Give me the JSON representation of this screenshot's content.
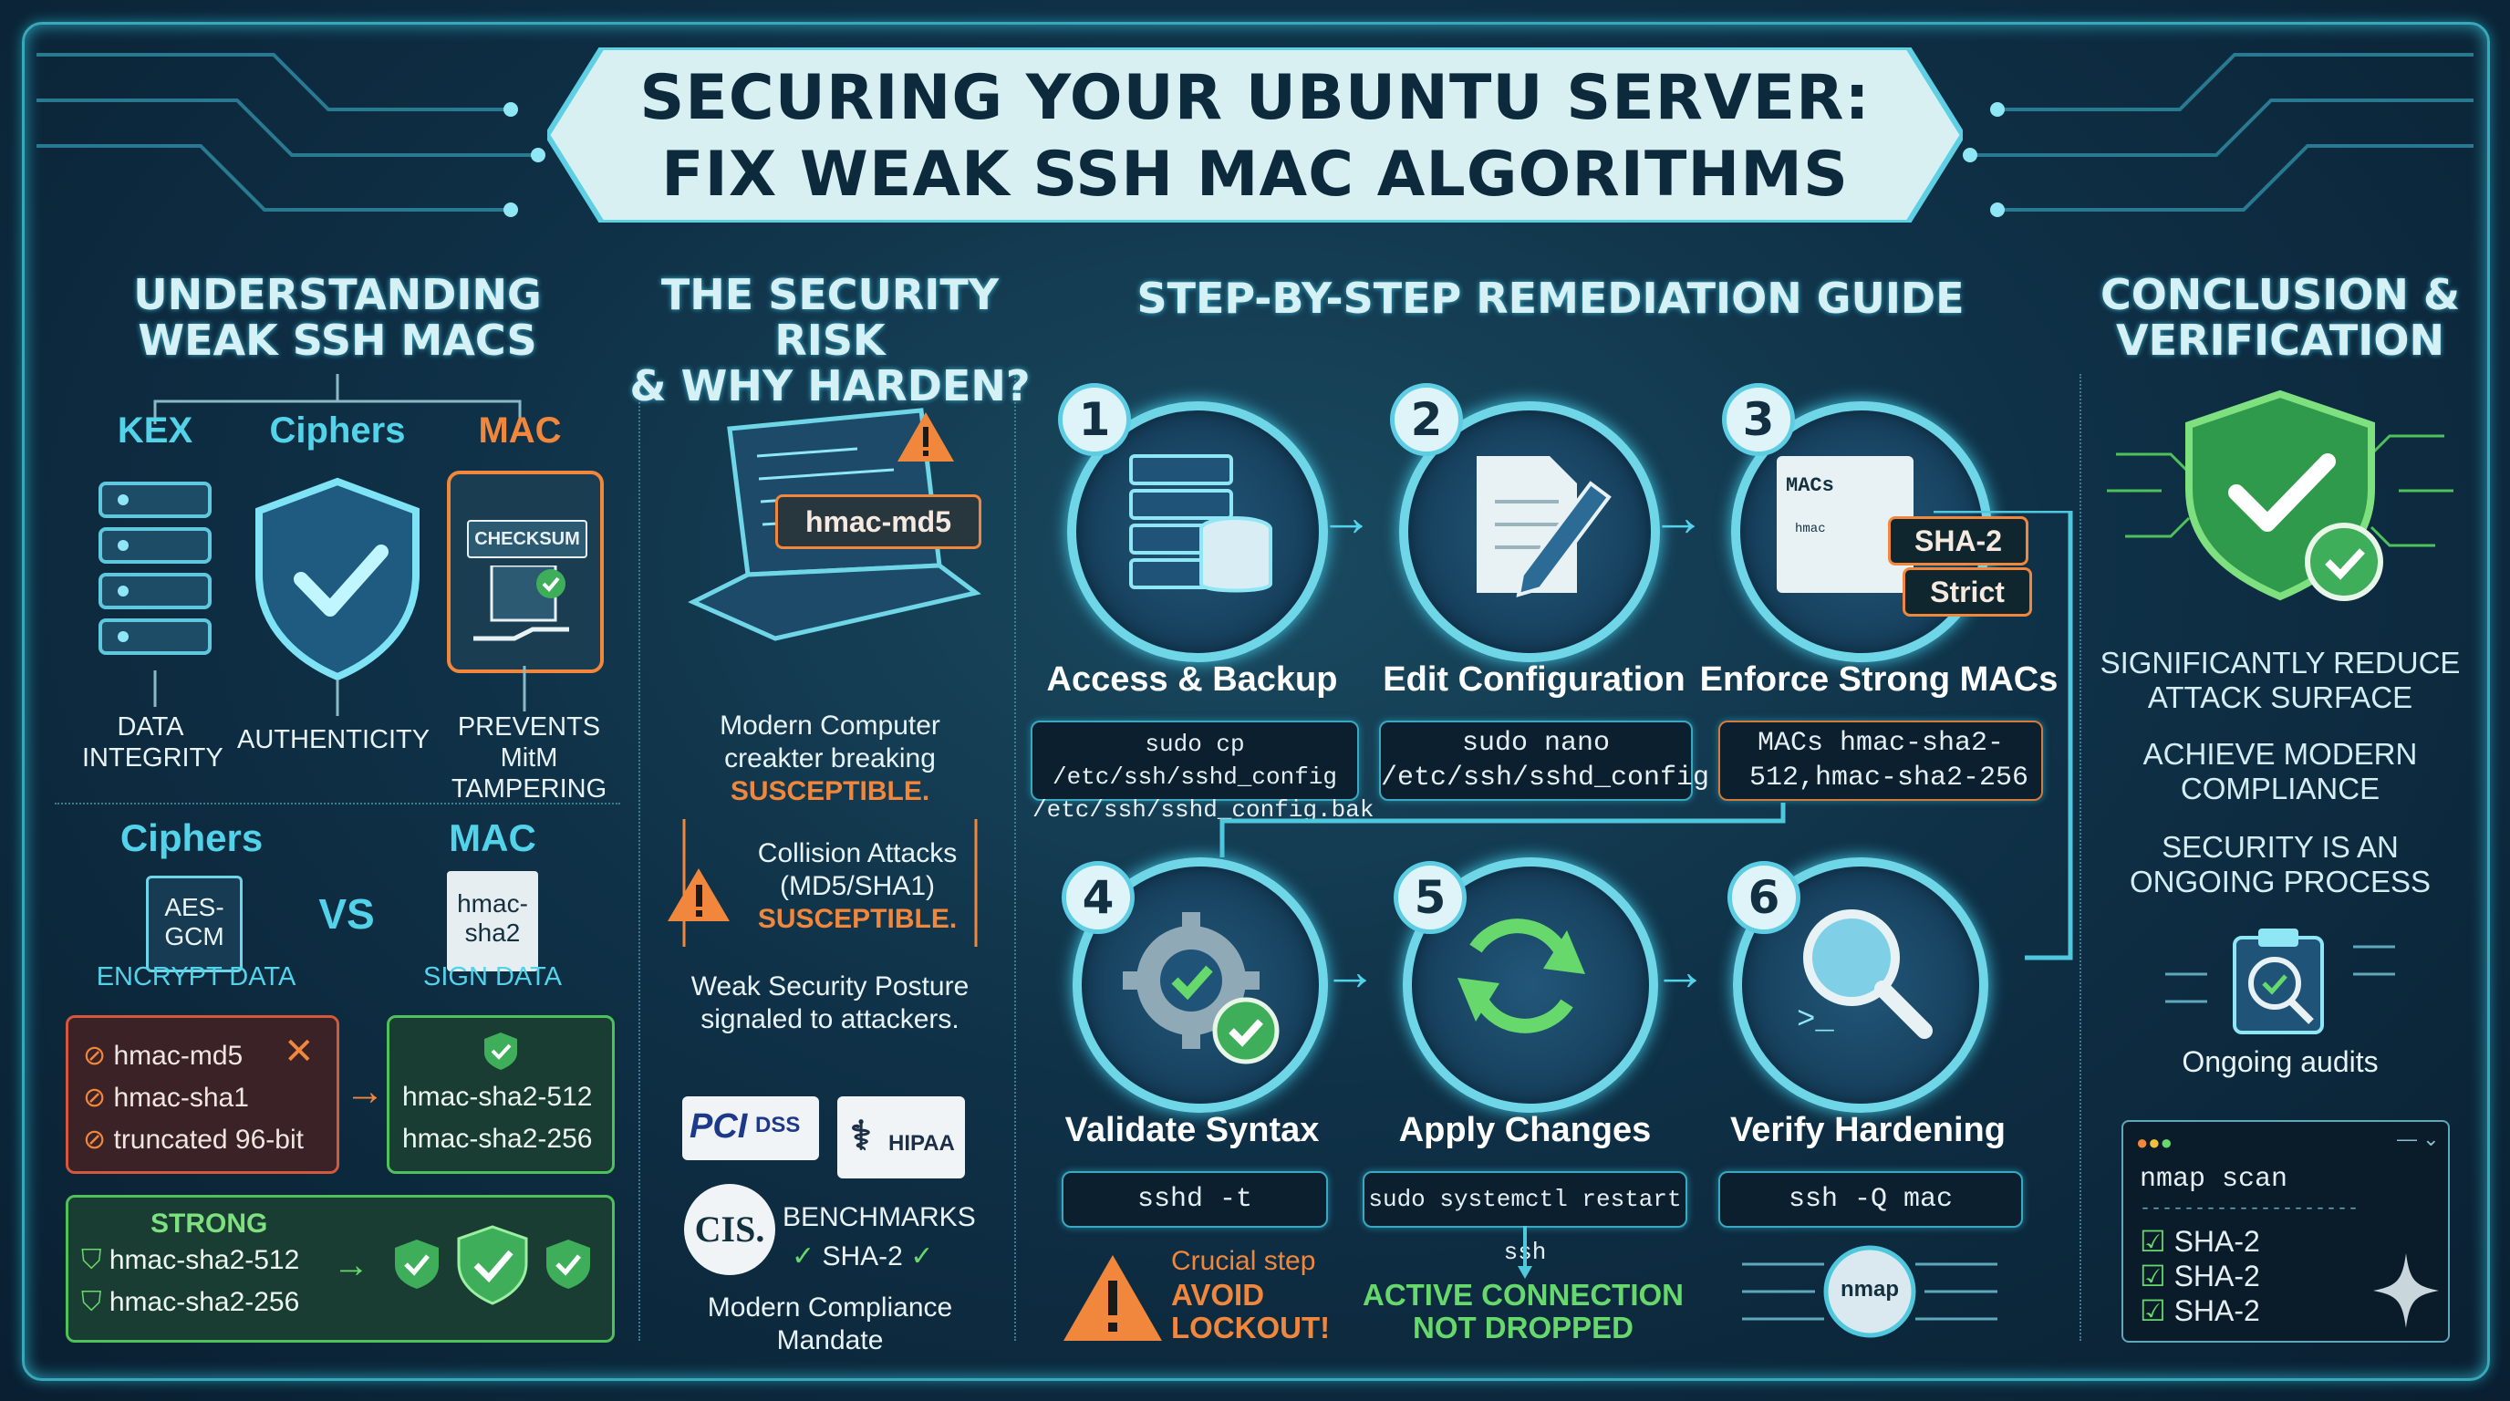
{
  "title": {
    "line1": "SECURING YOUR UBUNTU SERVER:",
    "line2": "FIX WEAK SSH MAC ALGORITHMS"
  },
  "col1": {
    "heading_line1": "UNDERSTANDING",
    "heading_line2": "WEAK SSH MACs",
    "kex": "KEX",
    "ciphers": "Ciphers",
    "mac": "MAC",
    "checksum": "CHECKSUM",
    "data_integrity_1": "DATA",
    "data_integrity_2": "INTEGRITY",
    "authenticity": "AUTHENTICITY",
    "prevents_1": "PREVENTS MitM",
    "prevents_2": "TAMPERING",
    "vs_ciphers": "Ciphers",
    "vs_mac": "MAC",
    "aes_1": "AES-",
    "aes_2": "GCM",
    "vs": "VS",
    "hmac_doc_1": "hmac-",
    "hmac_doc_2": "sha2",
    "encrypt_data": "ENCRYPT DATA",
    "sign_data": "SIGN DATA",
    "weak_list": [
      "hmac-md5",
      "hmac-sha1",
      "truncated 96-bit"
    ],
    "good_list": [
      "hmac-sha2-512",
      "hmac-sha2-256"
    ],
    "strong_label": "STRONG",
    "strong_list": [
      "hmac-sha2-512",
      "hmac-sha2-256"
    ]
  },
  "col2": {
    "heading_line1": "THE SECURITY RISK",
    "heading_line2": "& WHY HARDEN?",
    "md5_tag": "hmac-md5",
    "modern_1": "Modern Computer",
    "modern_2": "creakter breaking",
    "susceptible_1": "SUSCEPTIBLE.",
    "collision_1": "Collision Attacks",
    "collision_2": "(MD5/SHA1)",
    "susceptible_2": "SUSCEPTIBLE.",
    "weak_posture_1": "Weak Security Posture",
    "weak_posture_2": "signaled to attackers.",
    "pci": "PCI",
    "dss": "DSS",
    "hipaa": "HIPAA",
    "cis": "CIS.",
    "benchmarks": "BENCHMARKS",
    "sha2_check": "SHA-2",
    "mandate_1": "Modern Compliance",
    "mandate_2": "Mandate"
  },
  "col3": {
    "heading": "STEP-BY-STEP REMEDIATION GUIDE",
    "steps": [
      {
        "num": "1",
        "title": "Access & Backup",
        "code_1": "sudo cp /etc/ssh/sshd_config",
        "code_2": "/etc/ssh/sshd_config.bak"
      },
      {
        "num": "2",
        "title": "Edit Configuration",
        "code_1": "sudo nano",
        "code_2": "/etc/ssh/sshd_config"
      },
      {
        "num": "3",
        "title": "Enforce Strong MACs",
        "code_1": "MACs hmac-sha2-",
        "code_2": "512,hmac-sha2-256"
      },
      {
        "num": "4",
        "title": "Validate Syntax",
        "code_1": "sshd -t"
      },
      {
        "num": "5",
        "title": "Apply Changes",
        "code_1": "sudo systemctl restart ssh"
      },
      {
        "num": "6",
        "title": "Verify Hardening",
        "code_1": "ssh -Q mac"
      }
    ],
    "step3_macs": "MACs",
    "step3_hmac": "hmac",
    "step3_tag1": "SHA-2",
    "step3_tag2": "Strict",
    "crucial": "Crucial step",
    "avoid_1": "AVOID",
    "avoid_2": "LOCKOUT!",
    "active_1": "ACTIVE CONNECTION",
    "active_2": "NOT DROPPED",
    "nmap": "nmap",
    "prompt": ">_"
  },
  "col4": {
    "heading_line1": "CONCLUSION &",
    "heading_line2": "VERIFICATION",
    "points": [
      [
        "SIGNIFICANTLY REDUCE",
        "ATTACK SURFACE"
      ],
      [
        "ACHIEVE MODERN",
        "COMPLIANCE"
      ],
      [
        "SECURITY IS AN",
        "ONGOING PROCESS"
      ]
    ],
    "ongoing": "Ongoing audits",
    "terminal_title": "nmap scan",
    "terminal_rows": [
      "SHA-2",
      "SHA-2",
      "SHA-2"
    ]
  },
  "colors": {
    "accent": "#52d3ea",
    "warn": "#f0873c",
    "ok": "#67d96c",
    "bg": "#0f3147"
  }
}
